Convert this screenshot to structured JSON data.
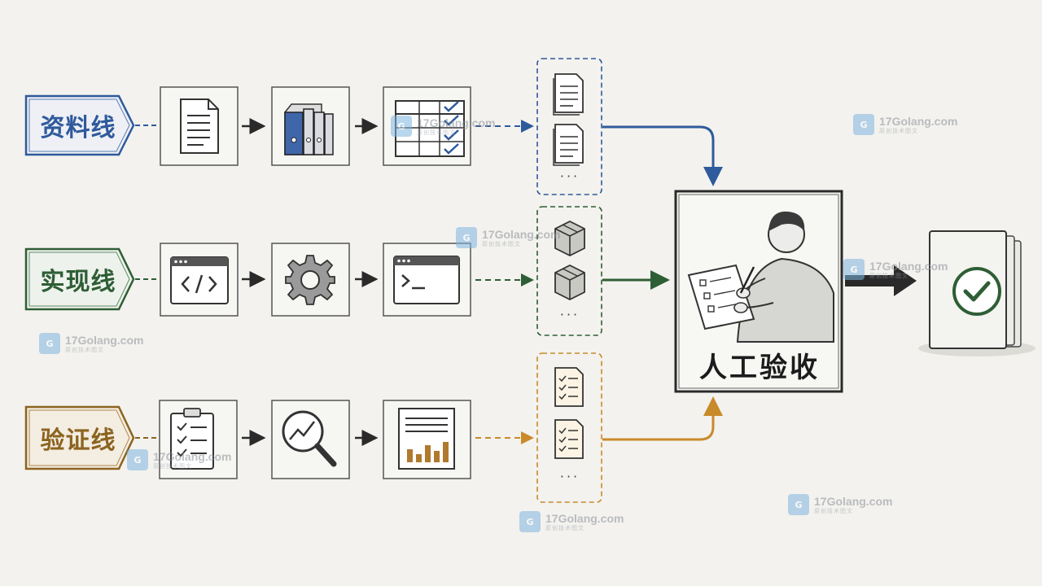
{
  "lanes": [
    {
      "label": "资料线",
      "color": "#2f5a9c"
    },
    {
      "label": "实现线",
      "color": "#2e5e35"
    },
    {
      "label": "验证线",
      "color": "#8c6420"
    }
  ],
  "lane_icons": [
    [
      "document-icon",
      "binders-icon",
      "checklist-table-icon"
    ],
    [
      "code-window-icon",
      "gear-icon",
      "terminal-icon"
    ],
    [
      "clipboard-checklist-icon",
      "magnifier-trend-icon",
      "report-chart-icon"
    ]
  ],
  "bundles": [
    {
      "items": [
        "document-icon",
        "document-icon"
      ],
      "more": "···"
    },
    {
      "items": [
        "package-icon",
        "package-icon"
      ],
      "more": "···"
    },
    {
      "items": [
        "checklist-doc-icon",
        "checklist-doc-icon"
      ],
      "more": "···"
    }
  ],
  "review": {
    "label": "人工验收",
    "icon": "person-reviewing-checklist-icon"
  },
  "result": {
    "icon": "approved-document-stack-icon"
  },
  "colors": {
    "blue": "#2f5a9c",
    "green": "#2e5e35",
    "orange": "#c98a2a",
    "dark": "#2a2a2a"
  },
  "watermark": {
    "text": "17Golang.com",
    "subtext": "原创技术图文",
    "badge": "G"
  }
}
